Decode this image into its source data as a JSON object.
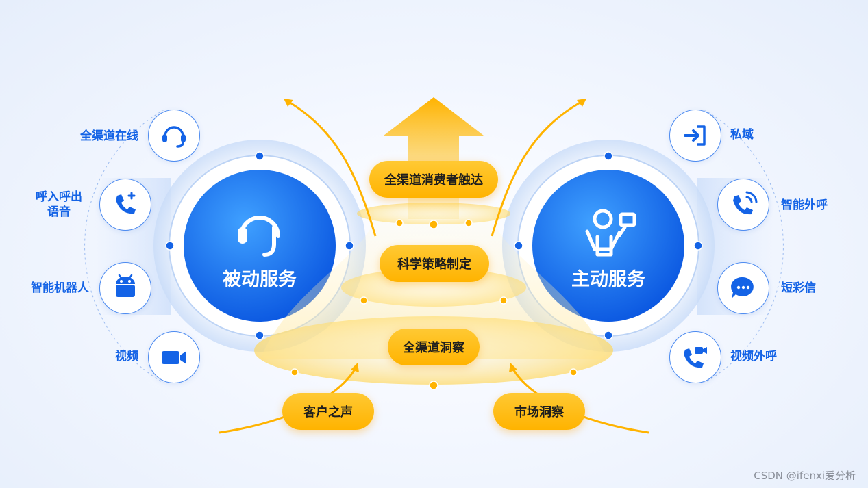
{
  "passive": {
    "title": "被动服务",
    "channels": [
      {
        "label": "全渠道在线",
        "icon": "headset-icon"
      },
      {
        "label": "呼入呼出\n语音",
        "icon": "phone-call-icon"
      },
      {
        "label": "智能机器人",
        "icon": "robot-icon"
      },
      {
        "label": "视频",
        "icon": "video-camera-icon"
      }
    ]
  },
  "active": {
    "title": "主动服务",
    "channels": [
      {
        "label": "私域",
        "icon": "login-icon"
      },
      {
        "label": "智能外呼",
        "icon": "phone-ringing-icon"
      },
      {
        "label": "短彩信",
        "icon": "chat-bubble-icon"
      },
      {
        "label": "视频外呼",
        "icon": "video-call-icon"
      }
    ]
  },
  "center": {
    "levels": [
      "全渠道消费者触达",
      "科学策略制定",
      "全渠道洞察"
    ],
    "inputs": [
      "客户之声",
      "市场洞察"
    ]
  },
  "watermark": "CSDN @ifenxi爱分析",
  "colors": {
    "blue": "#1463e6",
    "blue_dark": "#0a56e0",
    "blue_light": "#3fa0ff",
    "amber": "#ffb300",
    "amber_light": "#ffd75a"
  }
}
